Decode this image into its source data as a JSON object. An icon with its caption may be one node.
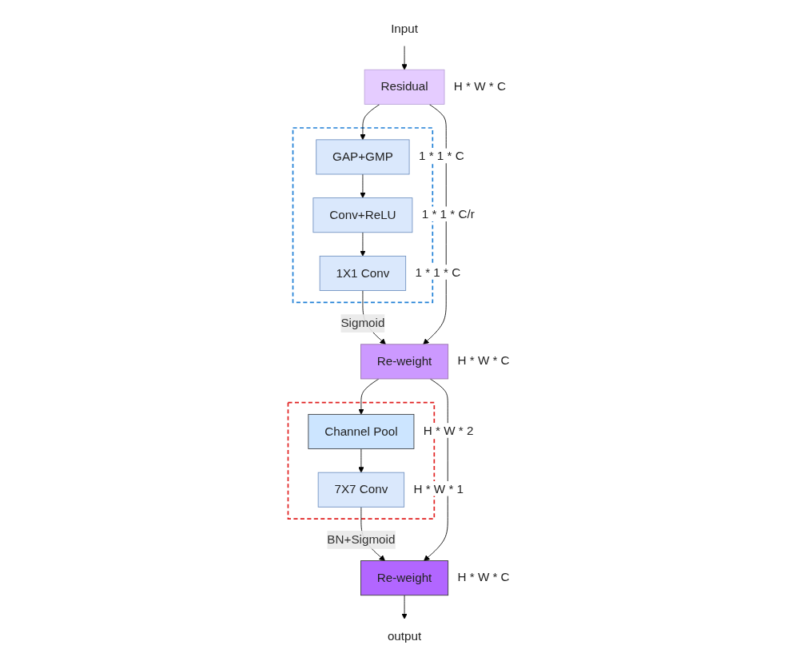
{
  "diagram": {
    "nodes": [
      {
        "text": [
          "Input"
        ]
      },
      {
        "text": [
          "Residual"
        ],
        "beside": [
          "H * W * C"
        ]
      },
      {
        "text": [],
        "shape": "box"
      },
      {
        "text": [
          "GAP+GMP"
        ],
        "in": 2,
        "beside": [
          "1 * 1 * C"
        ]
      },
      {
        "text": [
          "Conv+ReLU"
        ],
        "in": 2,
        "beside": [
          "1 * 1 * C/r"
        ]
      },
      {
        "text": [
          "1X1 Conv"
        ],
        "in": 2,
        "beside": [
          "1 * 1 * C"
        ]
      },
      {
        "text": [
          "Re-weight"
        ],
        "beside": [
          "H * W * C"
        ]
      },
      {
        "text": [],
        "shape": "box"
      },
      {
        "text": [
          "Channel Pool"
        ],
        "in": 7,
        "beside": [
          "H * W * 2"
        ]
      },
      {
        "text": [
          "7X7 Conv"
        ],
        "in": 7,
        "beside": [
          "H * W * 1"
        ]
      },
      {
        "text": [
          "Re-weight"
        ],
        "beside": [
          "H * W * C"
        ]
      },
      {
        "text": [
          "output"
        ]
      }
    ],
    "edges": [
      {
        "from": 0,
        "to": 1,
        "arrow": "to"
      },
      {
        "from": 1,
        "to": 3,
        "arrow": "to"
      },
      {
        "from": 3,
        "to": 4,
        "arrow": "to"
      },
      {
        "from": 4,
        "to": 5,
        "arrow": "to"
      },
      {
        "from": 5,
        "to": 6,
        "arrow": "to",
        "label": "Sigmoid"
      },
      {
        "from": 1,
        "to": 6,
        "arrow": "to"
      },
      {
        "from": 6,
        "to": 8,
        "arrow": "to"
      },
      {
        "from": 8,
        "to": 9,
        "arrow": "to"
      },
      {
        "from": 9,
        "to": 10,
        "arrow": "to",
        "label": "BN+Sigmoid"
      },
      {
        "from": 6,
        "to": 10,
        "arrow": "to"
      },
      {
        "from": 10,
        "to": 11,
        "arrow": "to"
      }
    ]
  }
}
